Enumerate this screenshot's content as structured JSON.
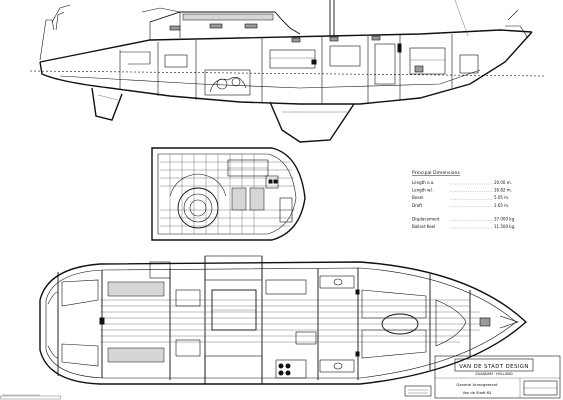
{
  "specs": {
    "title": "Principal Dimensions",
    "rows": [
      {
        "label": "Length o.a.",
        "value": "20.00 m."
      },
      {
        "label": "Length w.l.",
        "value": "16.82 m."
      },
      {
        "label": "Beam",
        "value": "5.05 m."
      },
      {
        "label": "Draft",
        "value": "2.65 m."
      },
      {
        "label": "Displacement",
        "value": "37.000 kg."
      },
      {
        "label": "Ballast Keel",
        "value": "11.500 kg."
      }
    ]
  },
  "title_block": {
    "logo_text": "VAN DE STADT DESIGN",
    "subtitle": "ZAANDAM · HOLLAND",
    "drawing_title": "General Arrangement",
    "project": "Van de Stadt 65"
  },
  "colors": {
    "ink": "#111111",
    "grey_fill": "#9a9a9a",
    "light_fill": "#d6d6d6"
  }
}
